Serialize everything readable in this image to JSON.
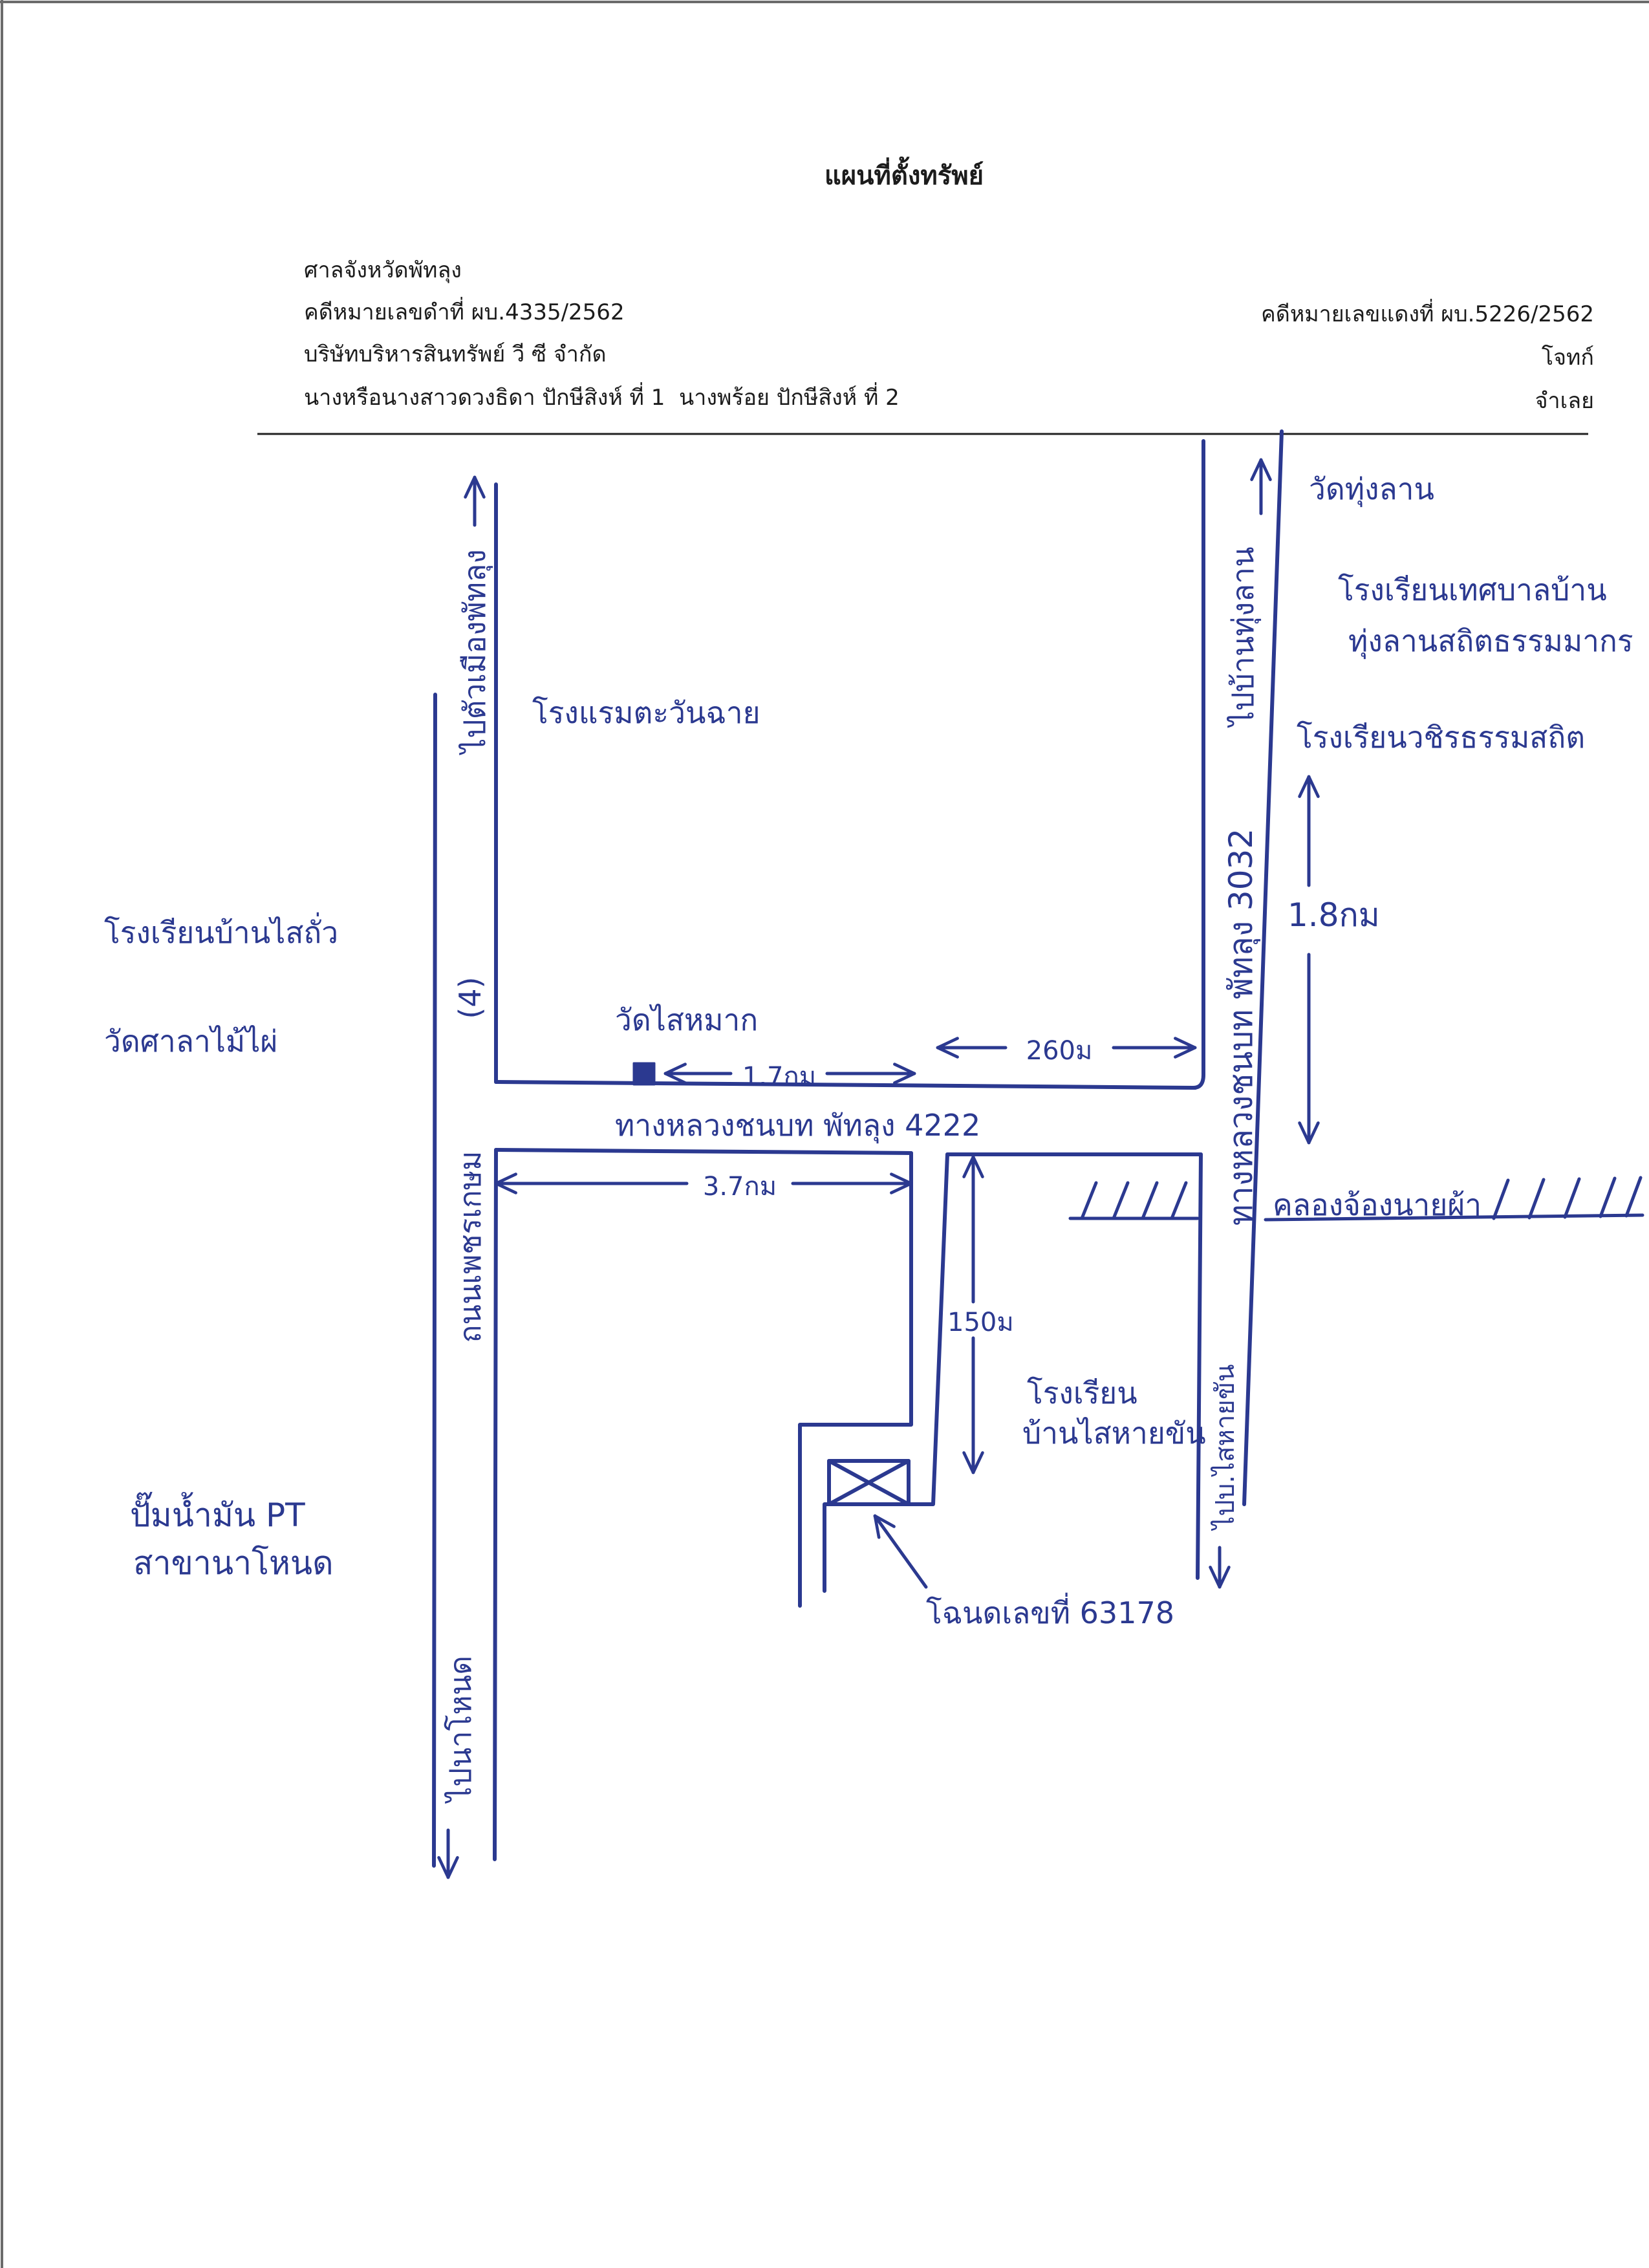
{
  "document": {
    "title": "แผนที่ตั้งทรัพย์",
    "court": "ศาลจังหวัดพัทลุง",
    "black_case_number": "คดีหมายเลขดำที่ ผบ.4335/2562",
    "red_case_number": "คดีหมายเลขแดงที่ ผบ.5226/2562",
    "plaintiff": "บริษัทบริหารสินทรัพย์ วี ซี จำกัด",
    "plaintiff_role": "โจทก์",
    "defendants": "นางหรือนางสาวดวงธิดา ปักษีสิงห์ ที่ 1  นางพร้อย ปักษีสิงห์ ที่ 2",
    "defendant_role": "จำเลย"
  },
  "map": {
    "roads": {
      "phetkasem_name": "ถนนเพชรเกษม",
      "phetkasem_number": "(4)",
      "to_phatthalung_city": "ไปตัวเมืองพัทลุง",
      "to_na_nhot": "ไปนาโหนด",
      "rural_4222": "ทางหลวงชนบท พัทลุง 4222",
      "rural_3032": "ทางหลวงชนบท พัทลุง 3032",
      "to_thung_lan": "ไปบ้านทุ่งลาน",
      "to_sai_hai_khan": "ไปบ.ไสหายขัน"
    },
    "landmarks": {
      "wat_thung_lan": "วัดทุ่งลาน",
      "thung_lan_school_line1": "โรงเรียนเทศบาลบ้าน",
      "thung_lan_school_line2": "ทุ่งลานสถิตธรรมมากร",
      "wachira_school": "โรงเรียนวชิรธรรมสถิต",
      "tawan_chai_hotel": "โรงแรมตะวันฉาย",
      "sai_thua_school": "โรงเรียนบ้านไสถั่ว",
      "wat_sala_mai_phai": "วัดศาลาไม้ไผ่",
      "wat_sai_mak": "วัดไสหมาก",
      "sai_hai_khan_school_line1": "โรงเรียน",
      "sai_hai_khan_school_line2": "บ้านไสหายขัน",
      "pt_station_line1": "ปั๊มน้ำมัน PT",
      "pt_station_line2": "สาขานาโหนด",
      "canal": "คลองจ้องนายผ้า"
    },
    "distances": {
      "wat_sai_mak_segment": "1.7กม",
      "to_3032_junction": "260ม",
      "phetkasem_to_soi": "3.7กม",
      "junction_to_wachira_school": "1.8กม",
      "soi_length": "150ม"
    },
    "property": {
      "deed_label": "โฉนดเลขที่ 63178"
    }
  },
  "colors": {
    "ink": "#2b3990",
    "print": "#1c1c1c",
    "paper": "#ffffff"
  }
}
